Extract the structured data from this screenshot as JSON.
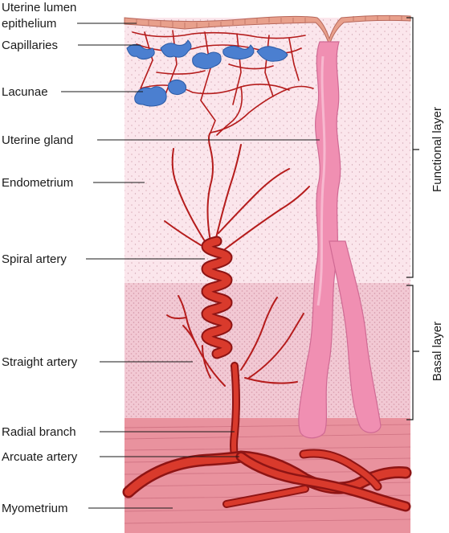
{
  "labels": {
    "uterine_lumen_epithelium_line1": "Uterine lumen",
    "uterine_lumen_epithelium_line2": "epithelium",
    "capillaries": "Capillaries",
    "lacunae": "Lacunae",
    "uterine_gland": "Uterine gland",
    "endometrium": "Endometrium",
    "spiral_artery": "Spiral artery",
    "straight_artery": "Straight artery",
    "radial_branch": "Radial branch",
    "arcuate_artery": "Arcuate artery",
    "myometrium": "Myometrium"
  },
  "layers": {
    "functional": "Functional layer",
    "basal": "Basal layer"
  },
  "colors": {
    "functional_bg": "#fbe6ec",
    "basal_bg": "#f2c9d4",
    "myometrium_bg": "#e9929e",
    "artery": "#c8201e",
    "artery_dark": "#8e1414",
    "capillary_blue": "#4b7fd0",
    "gland_pink": "#f08fb2",
    "epithelium": "#e8a08c"
  }
}
